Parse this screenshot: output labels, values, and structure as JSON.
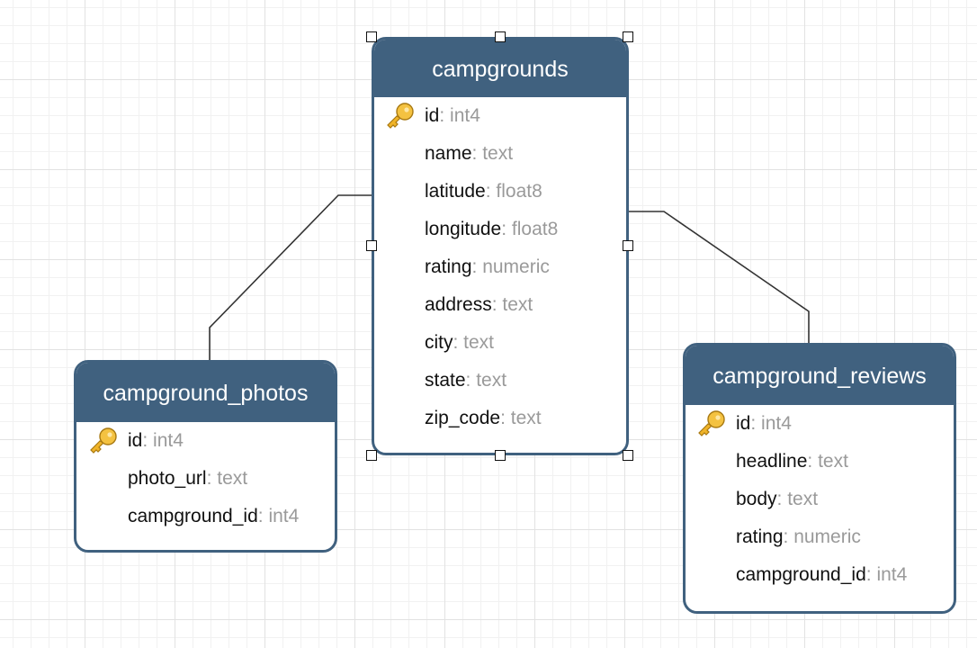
{
  "diagram": {
    "entities": [
      {
        "id": "campgrounds",
        "title": "campgrounds",
        "selected": true,
        "fields": [
          {
            "name": "id",
            "type": "int4",
            "primary_key": true
          },
          {
            "name": "name",
            "type": "text"
          },
          {
            "name": "latitude",
            "type": "float8"
          },
          {
            "name": "longitude",
            "type": "float8"
          },
          {
            "name": "rating",
            "type": "numeric"
          },
          {
            "name": "address",
            "type": "text"
          },
          {
            "name": "city",
            "type": "text"
          },
          {
            "name": "state",
            "type": "text"
          },
          {
            "name": "zip_code",
            "type": "text"
          }
        ]
      },
      {
        "id": "campground_photos",
        "title": "campground_photos",
        "selected": false,
        "fields": [
          {
            "name": "id",
            "type": "int4",
            "primary_key": true
          },
          {
            "name": "photo_url",
            "type": "text"
          },
          {
            "name": "campground_id",
            "type": "int4"
          }
        ]
      },
      {
        "id": "campground_reviews",
        "title": "campground_reviews",
        "selected": false,
        "fields": [
          {
            "name": "id",
            "type": "int4",
            "primary_key": true
          },
          {
            "name": "headline",
            "type": "text"
          },
          {
            "name": "body",
            "type": "text"
          },
          {
            "name": "rating",
            "type": "numeric"
          },
          {
            "name": "campground_id",
            "type": "int4"
          }
        ]
      }
    ],
    "relationships": [
      {
        "from": "campground_photos",
        "to": "campgrounds"
      },
      {
        "from": "campground_reviews",
        "to": "campgrounds"
      }
    ],
    "field_separator": ": ",
    "colors": {
      "header": "#40617f",
      "field_name": "#111111",
      "field_type": "#9a9a9a",
      "key_icon": "#f0b429",
      "connector": "#333333"
    },
    "icons": {
      "primary_key": "key-icon",
      "selection_handle": "resize-handle"
    }
  }
}
